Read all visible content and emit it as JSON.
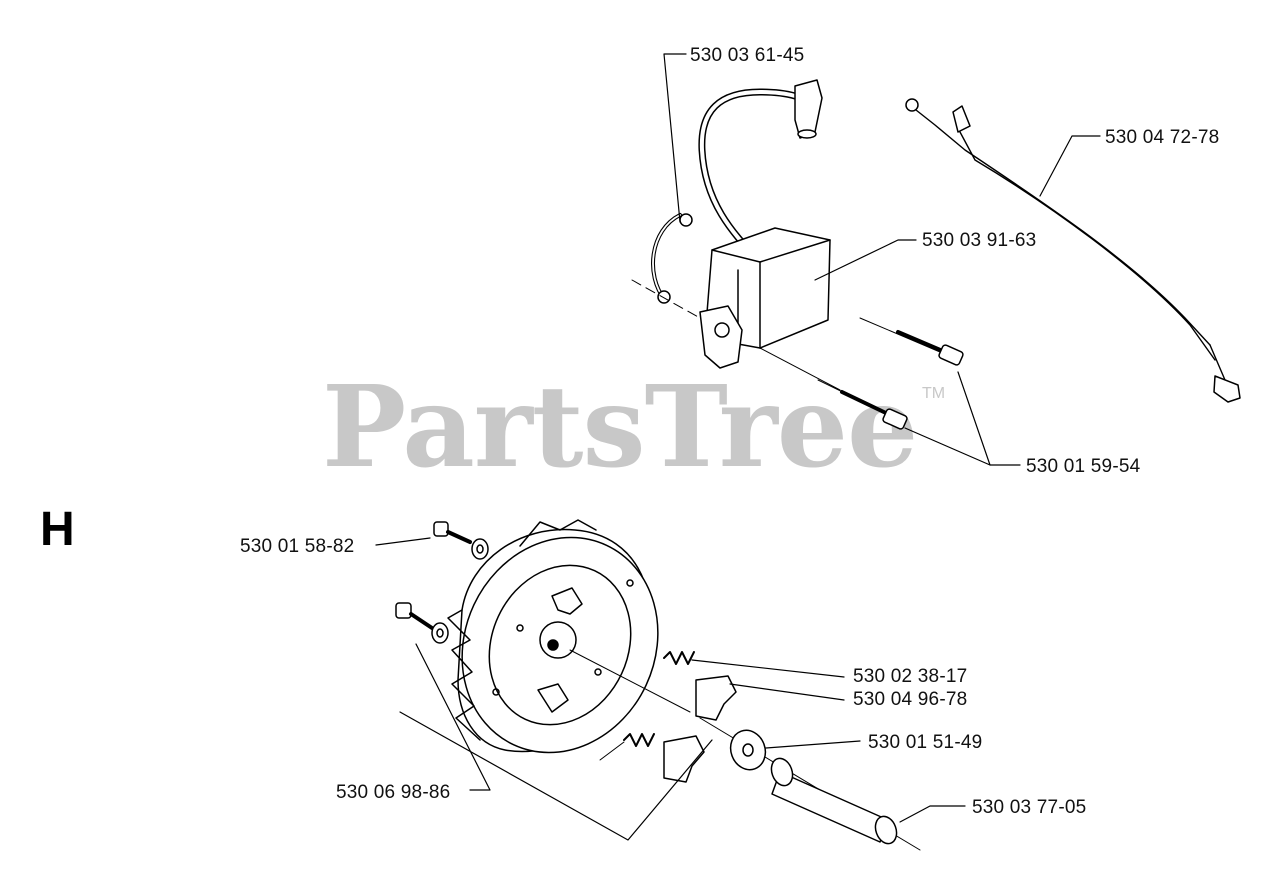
{
  "section": {
    "letter": "H"
  },
  "watermark": {
    "text": "PartsTree",
    "trademark": "TM"
  },
  "colors": {
    "line": "#000000",
    "watermark": "#c8c8c8",
    "background": "#ffffff"
  },
  "parts": [
    {
      "number": "530 03 61-45",
      "name": "ignition-lead-clamp"
    },
    {
      "number": "530 04 72-78",
      "name": "short-circuit-cable"
    },
    {
      "number": "530 03 91-63",
      "name": "ignition-module"
    },
    {
      "number": "530 01 59-54",
      "name": "module-screw"
    },
    {
      "number": "530 01 58-82",
      "name": "flywheel-screw-top"
    },
    {
      "number": "530 02 38-17",
      "name": "pawl-spring"
    },
    {
      "number": "530 04 96-78",
      "name": "starter-pawl"
    },
    {
      "number": "530 01 51-49",
      "name": "washer"
    },
    {
      "number": "530 06 98-86",
      "name": "flywheel-assembly"
    },
    {
      "number": "530 03 77-05",
      "name": "sleeve"
    }
  ]
}
